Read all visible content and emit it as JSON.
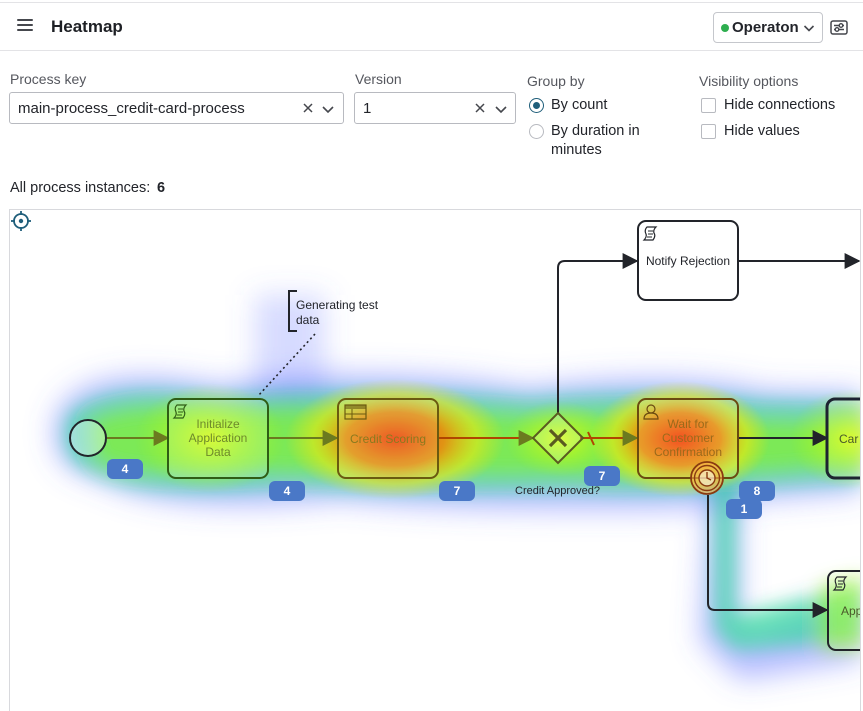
{
  "header": {
    "title": "Heatmap",
    "cluster": "Operaton",
    "cluster_status_color": "#2eae4f"
  },
  "filters": {
    "process_key": {
      "label": "Process key",
      "value": "main-process_credit-card-process"
    },
    "version": {
      "label": "Version",
      "value": "1"
    },
    "group_by": {
      "label": "Group by",
      "options": [
        {
          "label": "By count",
          "selected": true
        },
        {
          "label": "By duration in minutes",
          "selected": false
        }
      ]
    },
    "visibility": {
      "label": "Visibility options",
      "options": [
        {
          "label": "Hide connections",
          "checked": false
        },
        {
          "label": "Hide values",
          "checked": false
        }
      ]
    }
  },
  "summary": {
    "label": "All process instances:",
    "count": "6"
  },
  "diagram": {
    "accent_color": "#1f5e7a",
    "badge_color": "#4a78c7",
    "elements": {
      "notify_rejection": "Notify Rejection",
      "annotation_line1": "Generating test",
      "annotation_line2": "data",
      "init_line1": "Initialize",
      "init_line2": "Application",
      "init_line3": "Data",
      "credit_scoring": "Credit Scoring",
      "gateway_label": "Credit Approved?",
      "wait_line1": "Wait for",
      "wait_line2": "Customer",
      "wait_line3": "Confirmation",
      "card_partial": "Car",
      "app_partial": "App"
    },
    "badges": {
      "start": "4",
      "init": "4",
      "credit": "7",
      "gateway": "7",
      "wait": "8",
      "timer": "1"
    }
  }
}
